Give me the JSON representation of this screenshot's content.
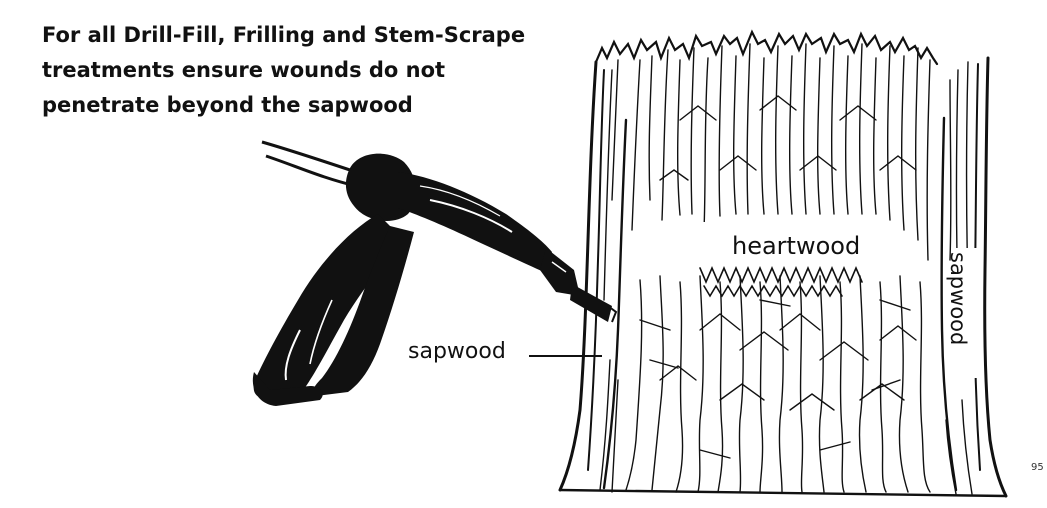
{
  "instruction": {
    "lines": [
      "For all Drill-Fill, Frilling and Stem-Scrape",
      "treatments ensure wounds do not",
      "penetrate beyond the sapwood"
    ]
  },
  "labels": {
    "heartwood": "heartwood",
    "sapwood_left": "sapwood",
    "sapwood_right": "sapwood"
  },
  "corner_mark": "95",
  "colors": {
    "ink": "#111111",
    "paper": "#ffffff"
  },
  "icons": {
    "drill": "drill-gun-icon",
    "tree": "tree-trunk-icon"
  }
}
